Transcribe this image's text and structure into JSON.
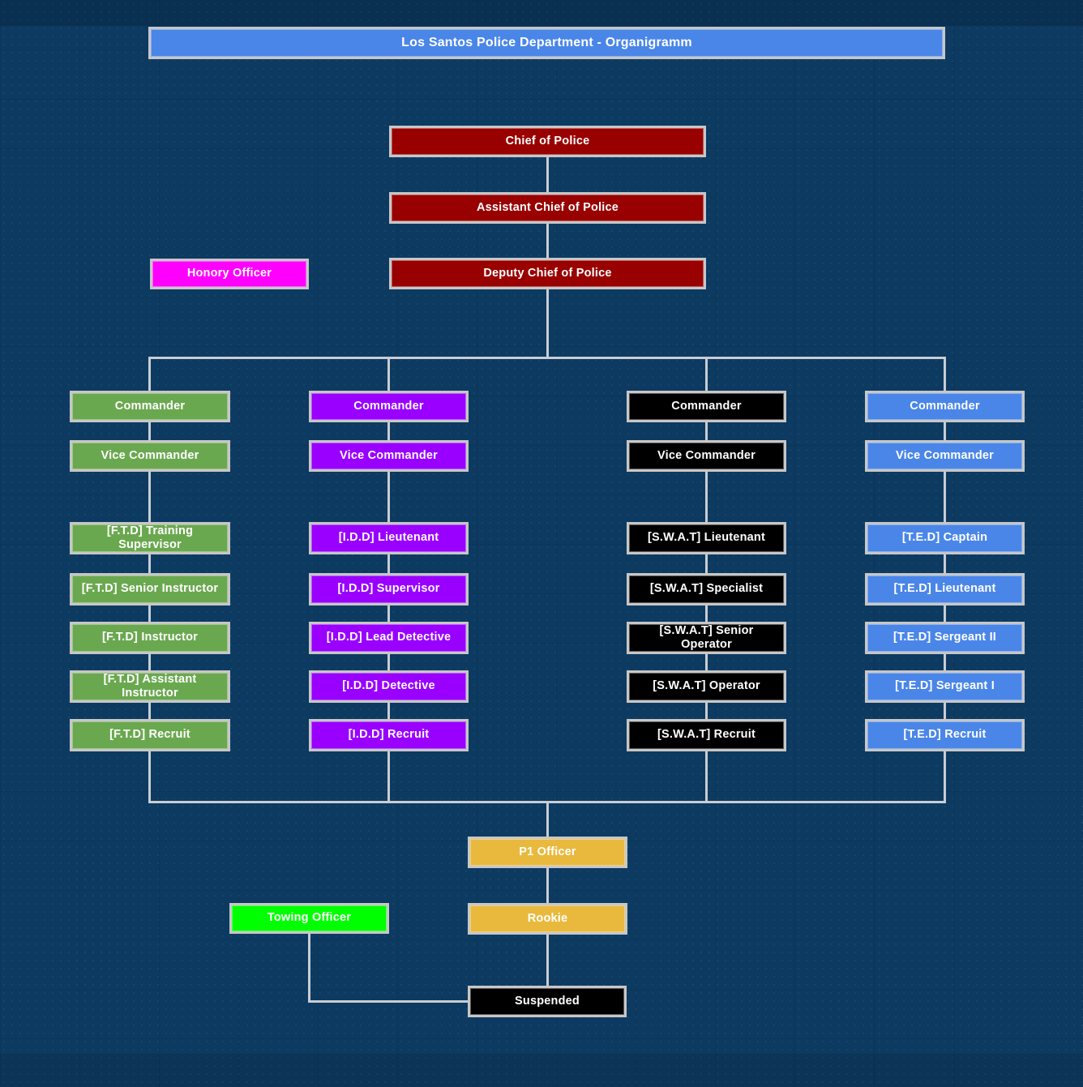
{
  "title": "Los Santos Police Department - Organigramm",
  "leadership": {
    "chief": "Chief of Police",
    "assistant_chief": "Assistant Chief of Police",
    "deputy_chief": "Deputy Chief of Police",
    "honory_officer": "Honory Officer"
  },
  "divisions": {
    "ftd": {
      "name": "F.T.D",
      "ranks": [
        "Commander",
        "Vice Commander",
        "[F.T.D] Training Supervisor",
        "[F.T.D] Senior Instructor",
        "[F.T.D] Instructor",
        "[F.T.D] Assistant Instructor",
        "[F.T.D] Recruit"
      ]
    },
    "idd": {
      "name": "I.D.D",
      "ranks": [
        "Commander",
        "Vice Commander",
        "[I.D.D] Lieutenant",
        "[I.D.D] Supervisor",
        "[I.D.D] Lead Detective",
        "[I.D.D] Detective",
        "[I.D.D] Recruit"
      ]
    },
    "swat": {
      "name": "S.W.A.T",
      "ranks": [
        "Commander",
        "Vice Commander",
        "[S.W.A.T] Lieutenant",
        "[S.W.A.T] Specialist",
        "[S.W.A.T] Senior Operator",
        "[S.W.A.T] Operator",
        "[S.W.A.T] Recruit"
      ]
    },
    "ted": {
      "name": "T.E.D",
      "ranks": [
        "Commander",
        "Vice Commander",
        "[T.E.D] Captain",
        "[T.E.D] Lieutenant",
        "[T.E.D] Sergeant II",
        "[T.E.D] Sergeant I",
        "[T.E.D] Recruit"
      ]
    }
  },
  "entry": {
    "p1_officer": "P1 Officer",
    "rookie": "Rookie",
    "towing_officer": "Towing Officer",
    "suspended": "Suspended"
  },
  "colors": {
    "background": "#0d3a61",
    "title_bar": "#4a86e8",
    "command": "#990000",
    "honory": "#ff00ff",
    "ftd": "#6aa84f",
    "idd": "#9900ff",
    "swat": "#000000",
    "ted": "#4a86e8",
    "entry": "#e9b93d",
    "towing": "#00ff00",
    "suspended": "#000000",
    "connector": "#c9cdd2",
    "box_border": "#c7c7c7"
  }
}
